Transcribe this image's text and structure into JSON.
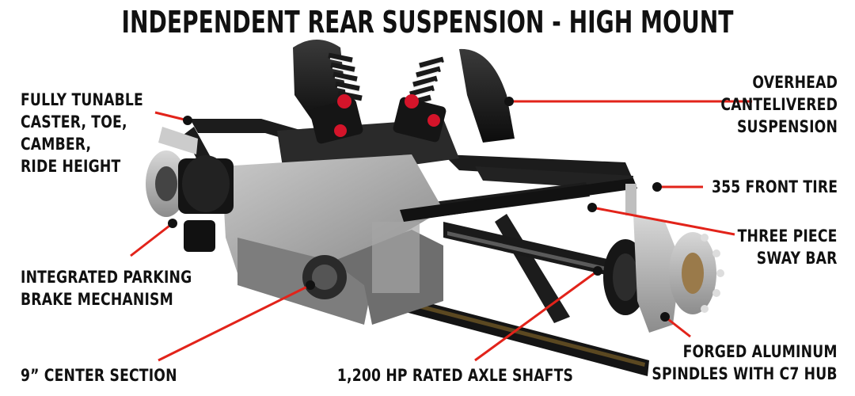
{
  "title": "INDEPENDENT REAR SUSPENSION - HIGH MOUNT",
  "callouts": {
    "caster": [
      "FULLY TUNABLE",
      "CASTER, TOE,",
      "CAMBER,",
      "RIDE HEIGHT"
    ],
    "overhead": [
      "OVERHEAD",
      "CANTELIVERED",
      "SUSPENSION"
    ],
    "front_tire": "355 FRONT TIRE",
    "sway_bar": [
      "THREE PIECE",
      "SWAY BAR"
    ],
    "parking_brake": [
      "INTEGRATED PARKING",
      "BRAKE MECHANISM"
    ],
    "center_section": "9” CENTER SECTION",
    "axle_shafts": "1,200 HP RATED AXLE SHAFTS",
    "spindles": [
      "FORGED ALUMINUM",
      "SPINDLES WITH C7 HUB"
    ]
  },
  "colors": {
    "leader": "#e2231a",
    "text": "#111111",
    "frame": "#1a1a1a",
    "plate": "#9a9a9a",
    "accent": "#d4142a"
  }
}
